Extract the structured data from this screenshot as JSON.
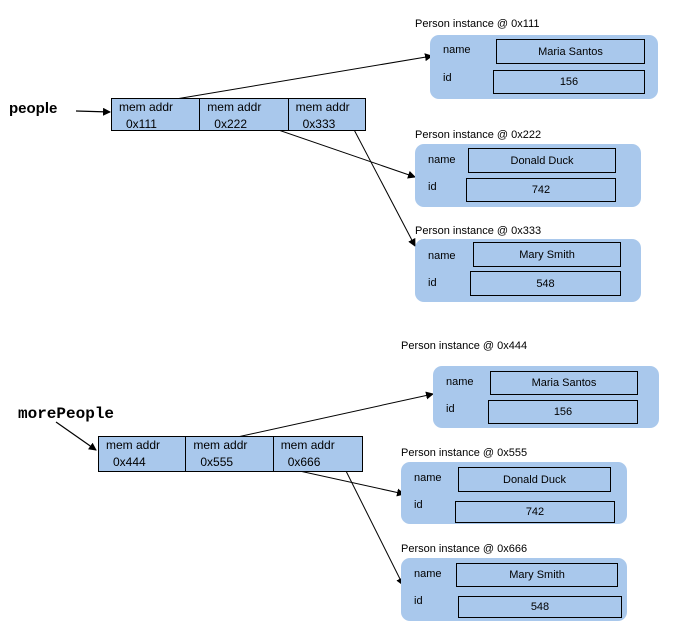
{
  "variables": {
    "people": "people",
    "more_people": "morePeople"
  },
  "arrays": {
    "people": [
      {
        "line1": "mem addr",
        "line2": "0x111"
      },
      {
        "line1": "mem addr",
        "line2": "0x222"
      },
      {
        "line1": "mem addr",
        "line2": "0x333"
      }
    ],
    "more_people": [
      {
        "line1": "mem addr",
        "line2": "0x444"
      },
      {
        "line1": "mem addr",
        "line2": "0x555"
      },
      {
        "line1": "mem addr",
        "line2": "0x666"
      }
    ]
  },
  "field_labels": {
    "name": "name",
    "id": "id"
  },
  "instances": [
    {
      "title": "Person instance @ 0x111",
      "name": "Maria Santos",
      "id": "156"
    },
    {
      "title": "Person instance @ 0x222",
      "name": "Donald Duck",
      "id": "742"
    },
    {
      "title": "Person instance @ 0x333",
      "name": "Mary Smith",
      "id": "548"
    },
    {
      "title": "Person instance @ 0x444",
      "name": "Maria Santos",
      "id": "156"
    },
    {
      "title": "Person instance @ 0x555",
      "name": "Donald Duck",
      "id": "742"
    },
    {
      "title": "Person instance @ 0x666",
      "name": "Mary Smith",
      "id": "548"
    }
  ]
}
